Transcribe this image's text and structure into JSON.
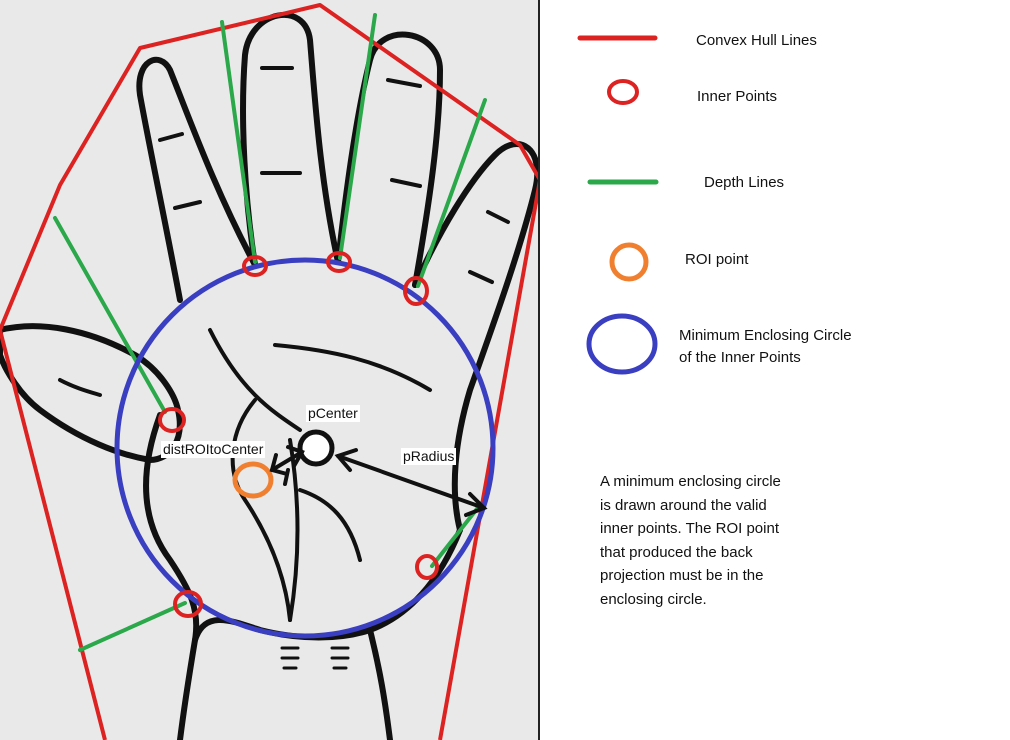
{
  "diagram": {
    "labels": {
      "center": "pCenter",
      "radius": "pRadius",
      "distance": "distROItoCenter"
    }
  },
  "legend": {
    "items": [
      {
        "label": "Convex Hull Lines",
        "symbol": "red-line",
        "color": "#dd2222"
      },
      {
        "label": "Inner Points",
        "symbol": "red-circle",
        "color": "#dd2222"
      },
      {
        "label": "Depth Lines",
        "symbol": "green-line",
        "color": "#2aa84a"
      },
      {
        "label": "ROI point",
        "symbol": "orange-circle",
        "color": "#f08030"
      },
      {
        "label": "Minimum Enclosing Circle of the Inner Points",
        "symbol": "blue-circle",
        "color": "#3a3ec0"
      }
    ]
  },
  "caption": "A minimum enclosing circle is drawn around the valid inner points. The ROI point that produced the back projection must be in the enclosing circle.",
  "colors": {
    "hull": "#dd2222",
    "depth": "#2aa84a",
    "roi": "#f08030",
    "circle": "#3a3ec0",
    "outline": "#111111",
    "panel_bg": "#e9e9e9"
  }
}
